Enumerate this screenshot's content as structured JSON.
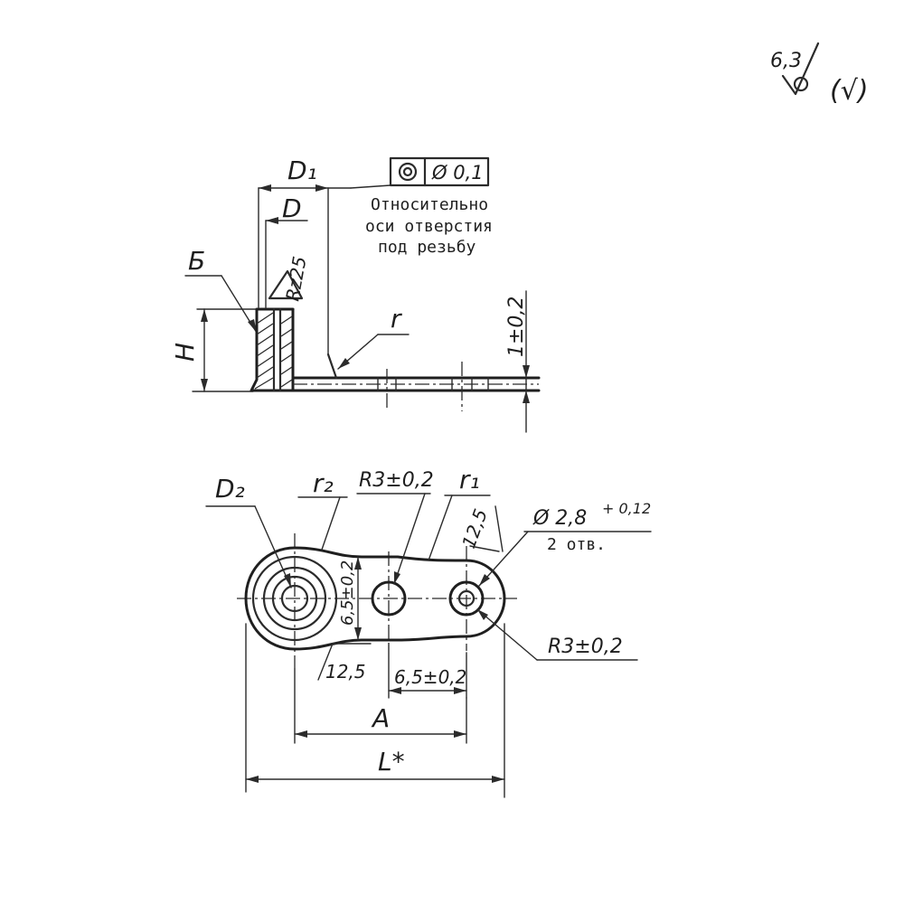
{
  "roughness": {
    "value": "6,3",
    "other": "(√)"
  },
  "section_view": {
    "dim_d1": "D₁",
    "dim_d": "D",
    "tolerance_symbol": "◎",
    "tolerance_value": "Ø 0,1",
    "tolerance_note_line1": "Относительно",
    "tolerance_note_line2": "оси отверстия",
    "tolerance_note_line3": "под резьбу",
    "surface_finish": "Rz25",
    "label_b": "Б",
    "dim_h": "H",
    "label_r": "r",
    "dim_thickness": "1±0,2"
  },
  "plan_view": {
    "label_d2": "D₂",
    "label_r2": "r₂",
    "label_r3_top": "R3±0,2",
    "label_r1": "r₁",
    "dim_12_5_top": "12,5",
    "hole_dia": "Ø 2,8",
    "hole_tol": "+ 0,12",
    "hole_count": "2 отв.",
    "dim_width": "6,5±0,2",
    "label_r3_right": "R3±0,2",
    "dim_12_5_bottom": "12,5",
    "dim_pitch": "6,5±0,2",
    "dim_a": "A",
    "dim_l": "L*"
  }
}
